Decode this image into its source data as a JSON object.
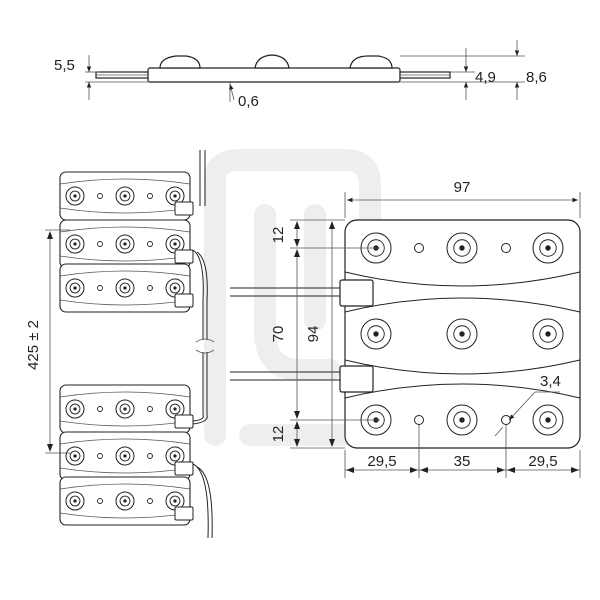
{
  "dimensions": {
    "side_height": "5,5",
    "thickness": "0,6",
    "led_height": "4,9",
    "total_height": "8,6",
    "chain_pitch": "425 ± 2",
    "module_width": "97",
    "edge_top": "12",
    "lens_pitch_v": "70",
    "module_height": "94",
    "edge_bottom": "12",
    "hole_diameter": "3,4",
    "offset_left": "29,5",
    "lens_pitch_h": "35",
    "offset_right": "29,5"
  },
  "colors": {
    "line": "#222222",
    "watermark": "#eeeeee"
  }
}
